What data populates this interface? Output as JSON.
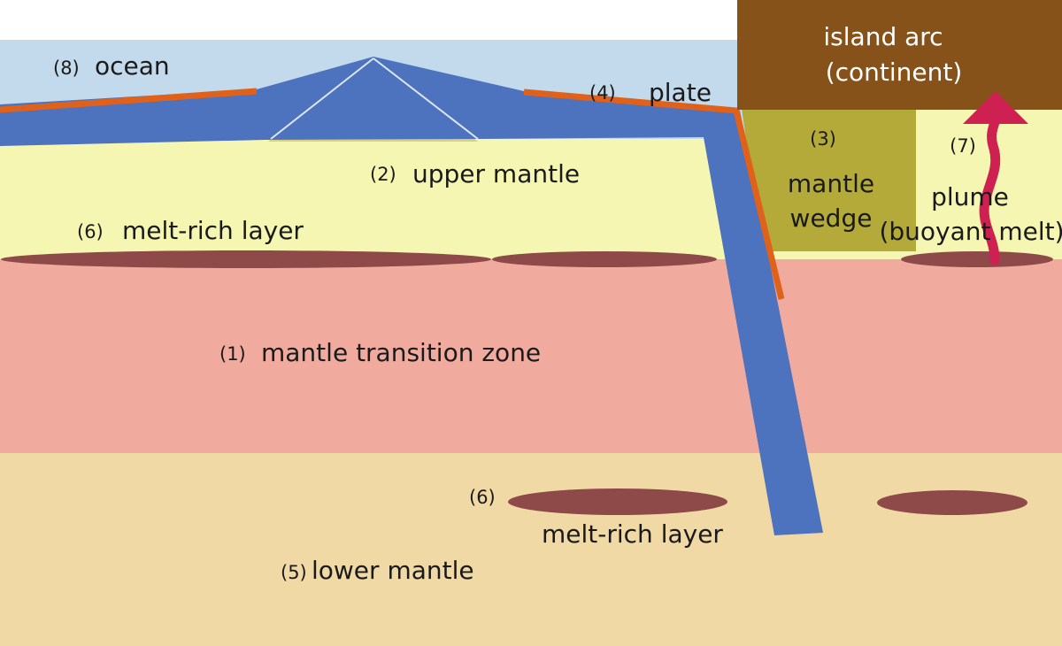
{
  "colors": {
    "ocean": "#c3d9ec",
    "upper_mantle": "#f6f6b3",
    "transition_zone": "#f1aa9e",
    "lower_mantle": "#f0d9a5",
    "plate_slab": "#4d72be",
    "plate_edge": "#e0621a",
    "ridge": "#d8cf82",
    "mantle_wedge": "#b3aa3a",
    "island_arc": "#865219",
    "melt": "#8e4a49",
    "plume": "#cf2151"
  },
  "labels": {
    "ocean_num": "(8)",
    "ocean": "ocean",
    "island_arc_line1": "island arc",
    "island_arc_line2": "(continent)",
    "plate_num": "(4)",
    "plate": "plate",
    "wedge_num": "(3)",
    "wedge_line1": "mantle",
    "wedge_line2": "wedge",
    "plume_num": "(7)",
    "plume_line1": "plume",
    "plume_line2": "(buoyant melt)",
    "upper_num": "(2)",
    "upper": "upper mantle",
    "melt_top_num": "(6)",
    "melt_top": "melt-rich layer",
    "transition_num": "(1)",
    "transition": "mantle transition zone",
    "melt_bottom_num": "(6)",
    "melt_bottom": "melt-rich layer",
    "lower_num": "(5)",
    "lower": "lower mantle"
  }
}
